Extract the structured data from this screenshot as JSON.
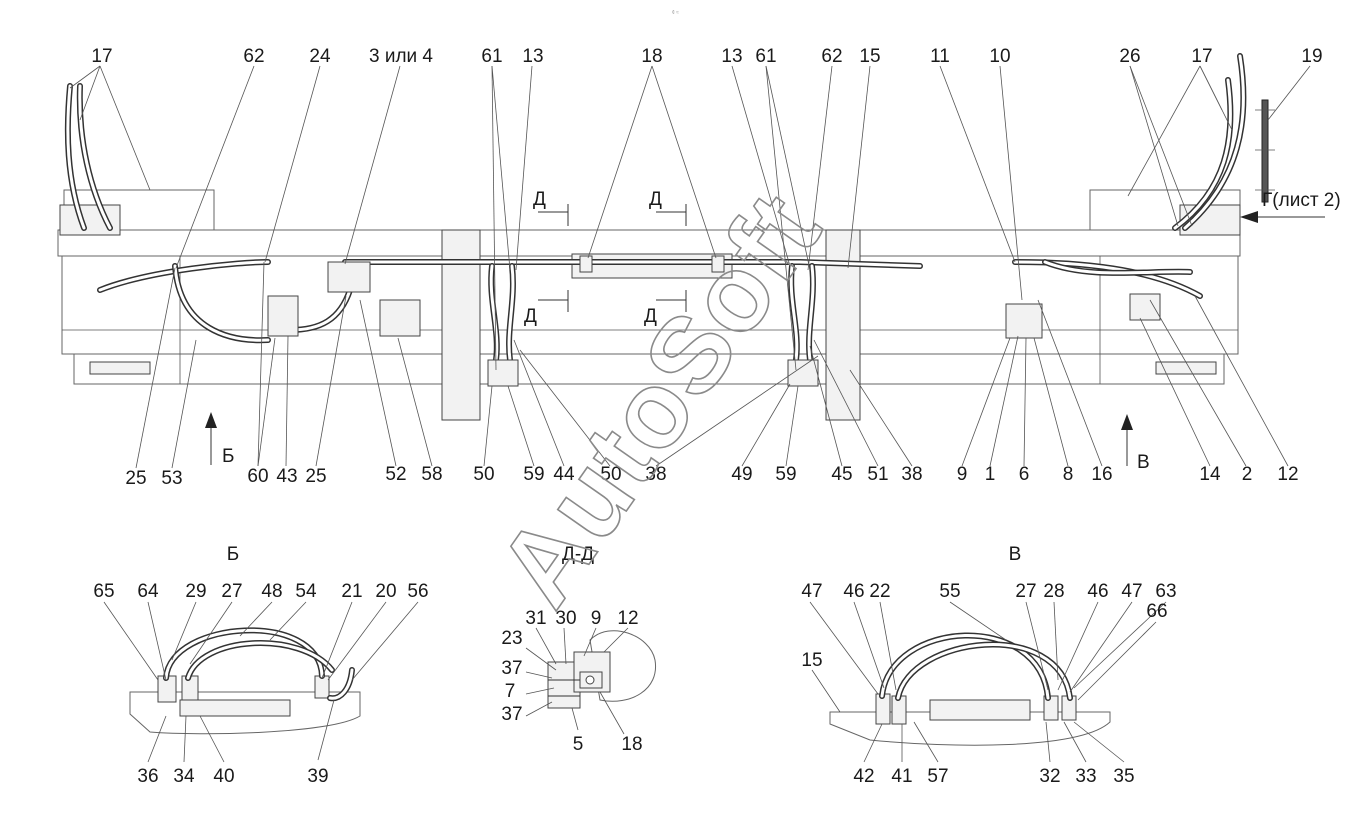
{
  "header_mark": "¢ ≈",
  "watermark": "AutoSoft",
  "main_view": {
    "top_labels": [
      "17",
      "62",
      "24",
      "3 или 4",
      "61",
      "13",
      "18",
      "13",
      "61",
      "62",
      "15",
      "11",
      "10",
      "26",
      "17",
      "19"
    ],
    "bottom_labels": [
      "25",
      "53",
      "60",
      "43",
      "25",
      "52",
      "58",
      "50",
      "59",
      "44",
      "50",
      "38",
      "49",
      "59",
      "45",
      "51",
      "38",
      "9",
      "1",
      "6",
      "8",
      "16",
      "14",
      "2",
      "12"
    ],
    "section_marks": [
      "Д",
      "Д",
      "Д",
      "Д"
    ],
    "view_arrows": [
      "Б",
      "В"
    ],
    "side_ref": "Г(лист 2)"
  },
  "view_b": {
    "title": "Б",
    "top_labels": [
      "65",
      "64",
      "29",
      "27",
      "48",
      "54",
      "21",
      "20",
      "56"
    ],
    "bottom_labels": [
      "36",
      "34",
      "40",
      "39"
    ]
  },
  "view_dd": {
    "title": "Д-Д",
    "labels": [
      "31",
      "30",
      "9",
      "12",
      "23",
      "37",
      "7",
      "37",
      "5",
      "18"
    ]
  },
  "view_v": {
    "title": "В",
    "top_labels": [
      "47",
      "46",
      "22",
      "55",
      "27",
      "28",
      "46",
      "47",
      "63",
      "66",
      "15"
    ],
    "bottom_labels": [
      "42",
      "41",
      "57",
      "32",
      "33",
      "35"
    ]
  }
}
